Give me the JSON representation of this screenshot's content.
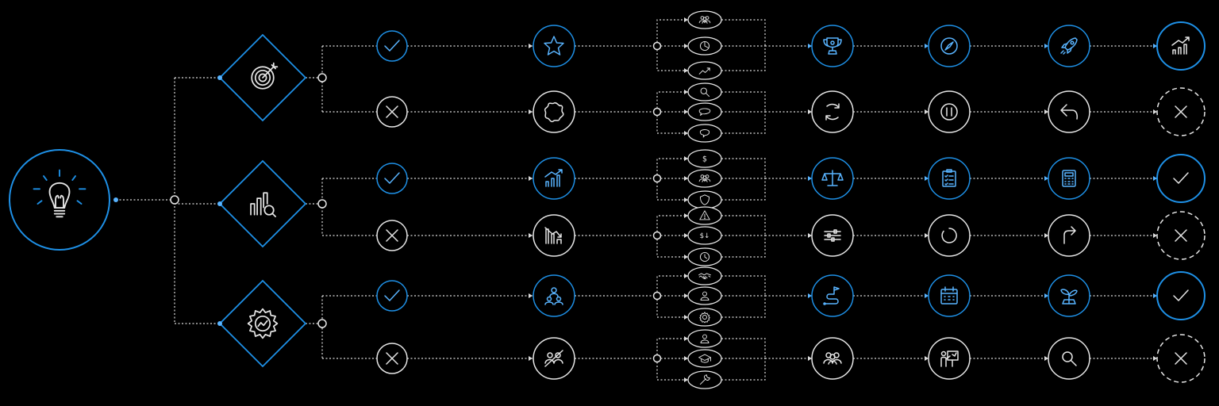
{
  "colors": {
    "background": "#000000",
    "accent": "#1e90e6",
    "stroke": "#e6e6e6",
    "positive_icon": "#59b4ff"
  },
  "root": {
    "icon": "lightbulb-icon"
  },
  "branches": [
    {
      "decision_icon": "target-icon",
      "rows": [
        {
          "outcome": "success",
          "result_icon": "check-icon",
          "stage_icon": "star-icon",
          "options": [
            "team-icon",
            "pie-chart-icon",
            "trend-up-icon"
          ],
          "steps": [
            "trophy-icon",
            "compass-icon",
            "rocket-icon",
            "growth-chart-icon"
          ]
        },
        {
          "outcome": "failure",
          "result_icon": "cross-icon",
          "stage_icon": "splat-icon",
          "options": [
            "search-icon",
            "speech-bubble-icon",
            "thought-bubble-icon"
          ],
          "steps": [
            "cycle-icon",
            "pause-icon",
            "undo-arrow-icon",
            "cross-icon"
          ]
        }
      ]
    },
    {
      "decision_icon": "chart-magnifier-icon",
      "rows": [
        {
          "outcome": "success",
          "result_icon": "check-icon",
          "stage_icon": "bar-chart-up-icon",
          "options": [
            "dollar-icon",
            "team-icon",
            "shield-icon"
          ],
          "steps": [
            "scales-icon",
            "clipboard-checklist-icon",
            "calculator-icon",
            "check-icon"
          ]
        },
        {
          "outcome": "failure",
          "result_icon": "cross-icon",
          "stage_icon": "bar-chart-down-icon",
          "options": [
            "warning-icon",
            "money-down-icon",
            "clock-icon"
          ],
          "steps": [
            "sliders-icon",
            "loading-circle-icon",
            "turn-right-arrow-icon",
            "cross-icon"
          ]
        }
      ]
    },
    {
      "decision_icon": "gear-chart-icon",
      "rows": [
        {
          "outcome": "success",
          "result_icon": "check-icon",
          "stage_icon": "people-network-icon",
          "options": [
            "handshake-icon",
            "person-icon",
            "gear-settings-icon"
          ],
          "steps": [
            "roadmap-flag-icon",
            "calendar-icon",
            "plant-growth-icon",
            "check-icon"
          ]
        },
        {
          "outcome": "failure",
          "result_icon": "cross-icon",
          "stage_icon": "people-crossed-icon",
          "options": [
            "person-icon",
            "graduation-cap-icon",
            "wrench-icon"
          ],
          "steps": [
            "team-icon",
            "presentation-icon",
            "search-icon",
            "cross-icon"
          ]
        }
      ]
    }
  ]
}
